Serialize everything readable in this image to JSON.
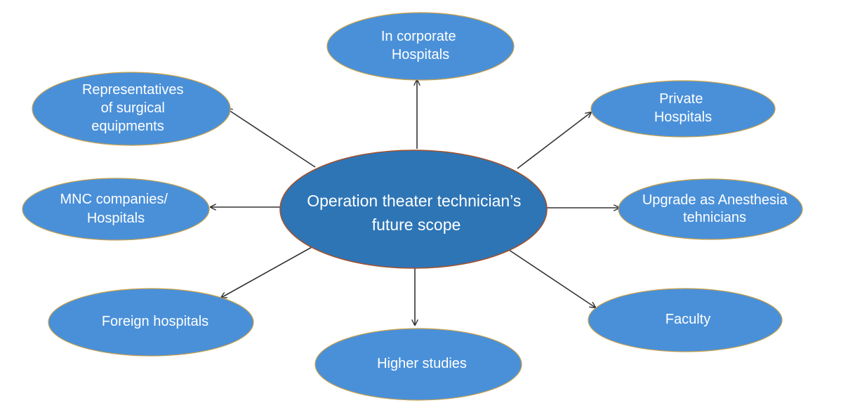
{
  "diagram": {
    "center": {
      "lines": [
        "Operation theater technician’s",
        "future scope"
      ]
    },
    "nodes": [
      {
        "id": "in-corporate-hospitals",
        "lines": [
          "In corporate",
          "Hospitals"
        ]
      },
      {
        "id": "private-hospitals",
        "lines": [
          "Private",
          "Hospitals"
        ]
      },
      {
        "id": "anesthesia-technicians",
        "lines": [
          "Upgrade as Anesthesia",
          "tehnicians"
        ]
      },
      {
        "id": "faculty",
        "lines": [
          "Faculty"
        ]
      },
      {
        "id": "higher-studies",
        "lines": [
          "Higher studies"
        ]
      },
      {
        "id": "foreign-hospitals",
        "lines": [
          "Foreign hospitals"
        ]
      },
      {
        "id": "mnc-companies",
        "lines": [
          "MNC companies/",
          "Hospitals"
        ]
      },
      {
        "id": "surgical-representatives",
        "lines": [
          "Representatives",
          "of surgical",
          "equipments"
        ]
      }
    ],
    "colors": {
      "center_fill": "#2E75B6",
      "center_stroke": "#A0522D",
      "node_fill": "#4A90D9",
      "node_stroke": "#C8A04A",
      "arrow": "#333333",
      "text": "#ffffff"
    }
  }
}
